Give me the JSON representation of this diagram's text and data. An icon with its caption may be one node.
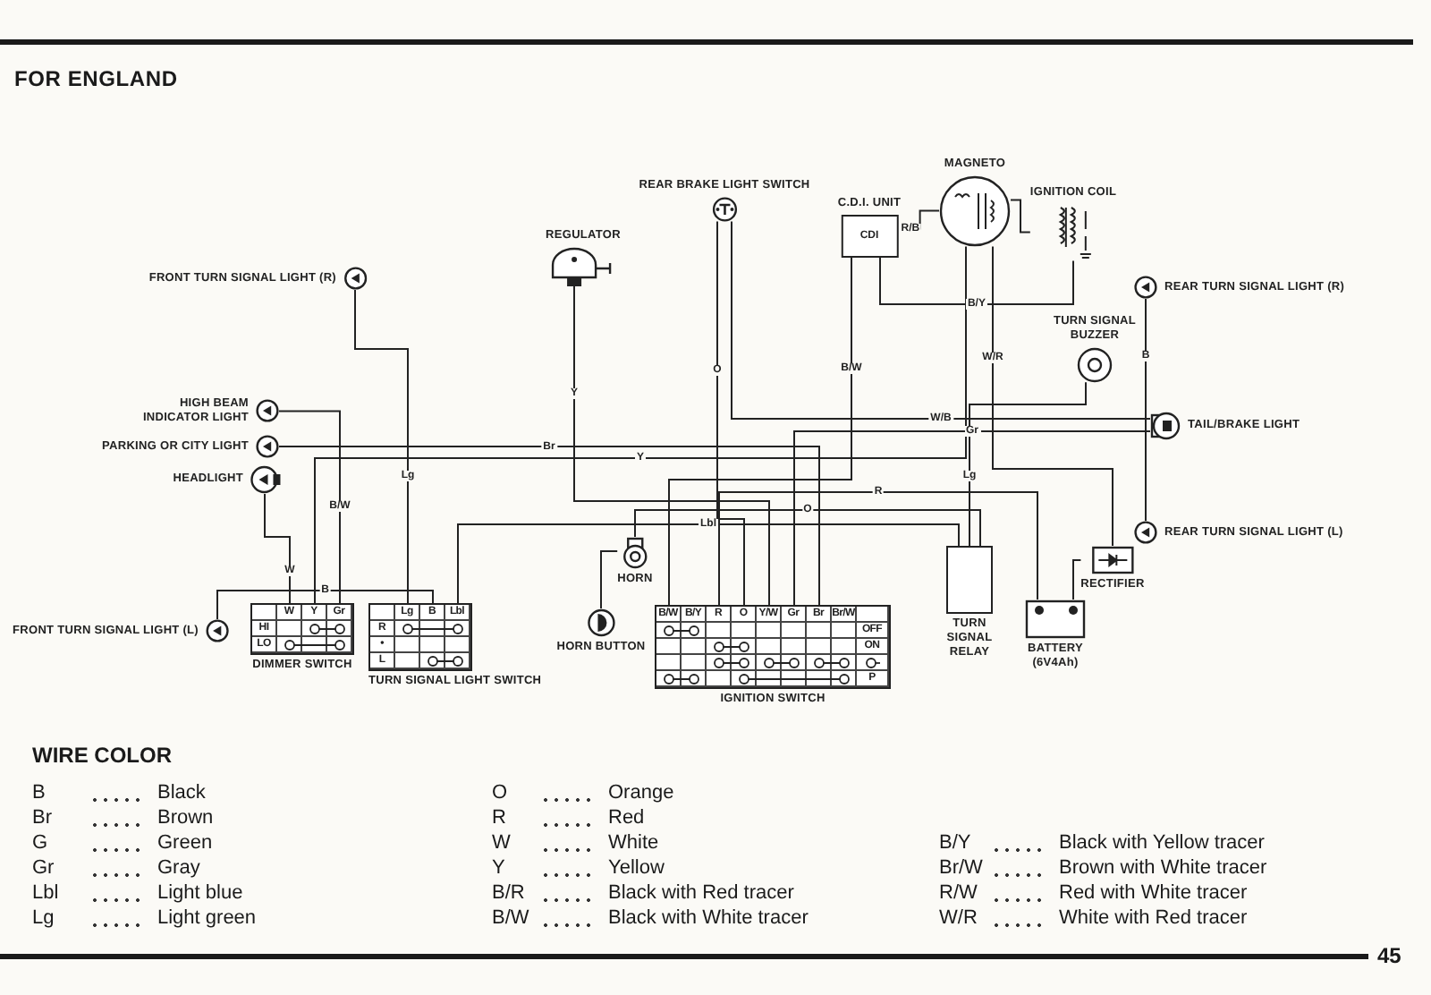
{
  "diagram": {
    "title": "FOR ENGLAND",
    "nodes": [
      {
        "text": [
          "FRONT TURN SIGNAL LIGHT (R)"
        ]
      },
      {
        "text": [
          "REGULATOR"
        ]
      },
      {
        "text": [
          "REAR BRAKE LIGHT SWITCH"
        ]
      },
      {
        "text": [
          "C.D.I. UNIT",
          "CDI"
        ]
      },
      {
        "text": [
          "MAGNETO"
        ]
      },
      {
        "text": [
          "IGNITION COIL"
        ]
      },
      {
        "text": [
          "TURN SIGNAL BUZZER"
        ]
      },
      {
        "text": [
          "REAR TURN SIGNAL LIGHT (R)"
        ]
      },
      {
        "text": [
          "HIGH BEAM INDICATOR LIGHT"
        ]
      },
      {
        "text": [
          "PARKING OR CITY LIGHT"
        ]
      },
      {
        "text": [
          "HEADLIGHT"
        ]
      },
      {
        "text": [
          "TAIL/BRAKE LIGHT"
        ]
      },
      {
        "text": [
          "REAR TURN SIGNAL LIGHT (L)"
        ]
      },
      {
        "text": [
          "HORN"
        ]
      },
      {
        "text": [
          "TURN SIGNAL RELAY"
        ]
      },
      {
        "text": [
          "RECTIFIER"
        ]
      },
      {
        "text": [
          "FRONT TURN SIGNAL LIGHT (L)"
        ]
      },
      {
        "text": [
          "W",
          "Y",
          "Gr",
          "HI",
          "LO",
          "DIMMER SWITCH"
        ]
      },
      {
        "text": [
          "Lg",
          "B",
          "Lbl",
          "R",
          "•",
          "L",
          "TURN SIGNAL LIGHT SWITCH"
        ]
      },
      {
        "text": [
          "HORN BUTTON"
        ]
      },
      {
        "text": [
          "B/W",
          "B/Y",
          "R",
          "O",
          "Y/W",
          "Gr",
          "Br",
          "Br/W",
          "OFF",
          "ON",
          "P",
          "IGNITION SWITCH"
        ]
      },
      {
        "text": [
          "BATTERY",
          "(6V4Ah)"
        ]
      }
    ],
    "edges": [
      {
        "from": 0,
        "to": 18,
        "arrow": "none",
        "label": "Lg"
      },
      {
        "from": 1,
        "to": 20,
        "arrow": "none",
        "label": "Y"
      },
      {
        "from": 2,
        "to": 11,
        "arrow": "none",
        "label": "W/B"
      },
      {
        "from": 2,
        "to": 20,
        "arrow": "none",
        "label": "O"
      },
      {
        "from": 3,
        "to": 4,
        "arrow": "none",
        "label": "R/B"
      },
      {
        "from": 3,
        "to": 5,
        "arrow": "none",
        "label": "B/Y"
      },
      {
        "from": 3,
        "to": 20,
        "arrow": "none",
        "label": "B/W"
      },
      {
        "from": 4,
        "to": 15,
        "arrow": "none",
        "label": "W/R"
      },
      {
        "from": 4,
        "to": 17,
        "arrow": "none",
        "label": "Y"
      },
      {
        "from": 4,
        "to": 5,
        "arrow": "none"
      },
      {
        "from": 6,
        "to": 14,
        "arrow": "none",
        "label": "Lg"
      },
      {
        "from": 7,
        "to": 12,
        "arrow": "none",
        "label": "B"
      },
      {
        "from": 8,
        "to": 17,
        "arrow": "none",
        "label": "B/W"
      },
      {
        "from": 9,
        "to": 20,
        "arrow": "none",
        "label": "Br"
      },
      {
        "from": 10,
        "to": 17,
        "arrow": "none",
        "label": "W"
      },
      {
        "from": 11,
        "to": 20,
        "arrow": "none",
        "label": "Gr"
      },
      {
        "from": 13,
        "to": 19,
        "arrow": "none"
      },
      {
        "from": 14,
        "to": 18,
        "arrow": "none",
        "label": "Lbl"
      },
      {
        "from": 14,
        "to": 13,
        "arrow": "none",
        "label": "O"
      },
      {
        "from": 15,
        "to": 21,
        "arrow": "none"
      },
      {
        "from": 21,
        "to": 20,
        "arrow": "none",
        "label": "R"
      },
      {
        "from": 16,
        "to": 18,
        "arrow": "none",
        "label": "B"
      }
    ],
    "labels": [
      "WIRE COLOR",
      "B",
      "Black",
      "O",
      "Orange",
      "Br",
      "Brown",
      "R",
      "Red",
      "G",
      "Green",
      "W",
      "White",
      "B/Y",
      "Black with Yellow tracer",
      "Gr",
      "Gray",
      "Y",
      "Yellow",
      "Br/W",
      "Brown with White tracer",
      "Lbl",
      "Light blue",
      "B/R",
      "Black with Red tracer",
      "R/W",
      "Red with White tracer",
      "Lg",
      "Light green",
      "B/W",
      "Black with White tracer",
      "W/R",
      "White with Red tracer",
      "45"
    ]
  }
}
